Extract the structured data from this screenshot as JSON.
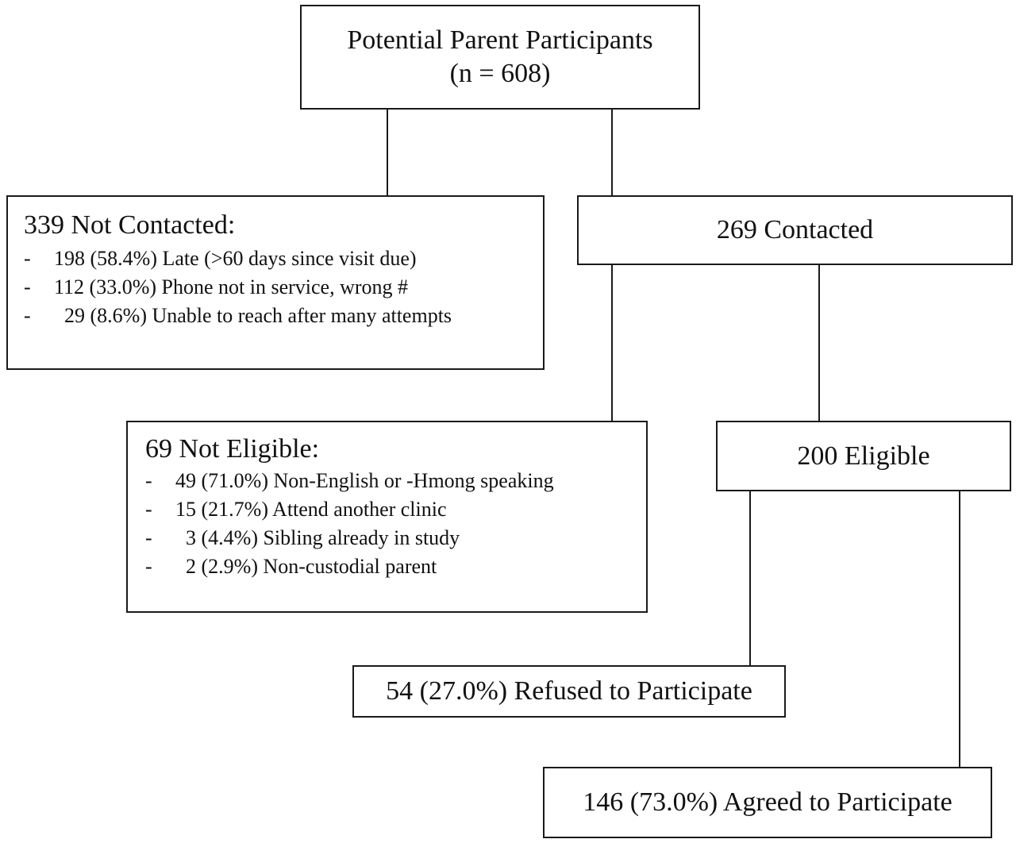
{
  "top_box": {
    "line1": "Potential Parent Participants",
    "line2": "(n = 608)"
  },
  "not_contacted": {
    "heading": "339 Not Contacted:",
    "items": [
      {
        "dash": "-",
        "text": "198 (58.4%) Late (>60 days since visit due)"
      },
      {
        "dash": "-",
        "text": "112 (33.0%) Phone not in service, wrong #"
      },
      {
        "dash": "-",
        "text": "  29 (8.6%) Unable to reach after many attempts"
      }
    ]
  },
  "contacted": {
    "label": "269 Contacted"
  },
  "not_eligible": {
    "heading": "69 Not Eligible:",
    "items": [
      {
        "dash": "-",
        "text": "49 (71.0%) Non-English or -Hmong speaking"
      },
      {
        "dash": "-",
        "text": "15 (21.7%) Attend another clinic"
      },
      {
        "dash": "-",
        "text": "  3 (4.4%) Sibling already in study"
      },
      {
        "dash": "-",
        "text": "  2 (2.9%) Non-custodial parent"
      }
    ]
  },
  "eligible": {
    "label": "200 Eligible"
  },
  "refused": {
    "label": "54 (27.0%) Refused to Participate"
  },
  "agreed": {
    "label": "146 (73.0%) Agreed to Participate"
  }
}
